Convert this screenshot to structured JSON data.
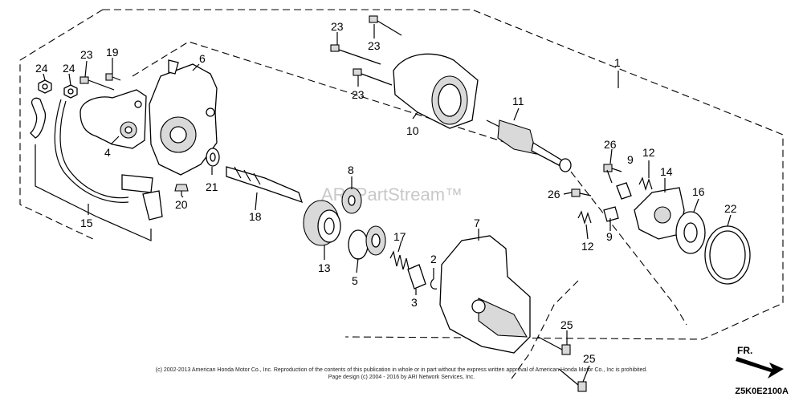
{
  "watermark": "ARI PartStream™",
  "copyright_line1": "(c) 2002-2013 American Honda Motor Co., Inc. Reproduction of the contents of this publication in whole or in part without the express written approval of American Honda Motor Co., Inc is prohibited.",
  "copyright_line2": "Page design (c) 2004 - 2016 by ARI Network Services, Inc.",
  "diagram_code": "Z5K0E2100A",
  "front_label": "FR.",
  "callouts": {
    "c1": "1",
    "c2": "2",
    "c3": "3",
    "c4": "4",
    "c5": "5",
    "c6": "6",
    "c7": "7",
    "c8": "8",
    "c9a": "9",
    "c9b": "9",
    "c10": "10",
    "c11": "11",
    "c12a": "12",
    "c12b": "12",
    "c13": "13",
    "c14": "14",
    "c15": "15",
    "c16": "16",
    "c17": "17",
    "c18": "18",
    "c19": "19",
    "c20": "20",
    "c21": "21",
    "c22": "22",
    "c23a": "23",
    "c23b": "23",
    "c23c": "23",
    "c23d": "23",
    "c24a": "24",
    "c24b": "24",
    "c25a": "25",
    "c25b": "25",
    "c26a": "26",
    "c26b": "26"
  }
}
